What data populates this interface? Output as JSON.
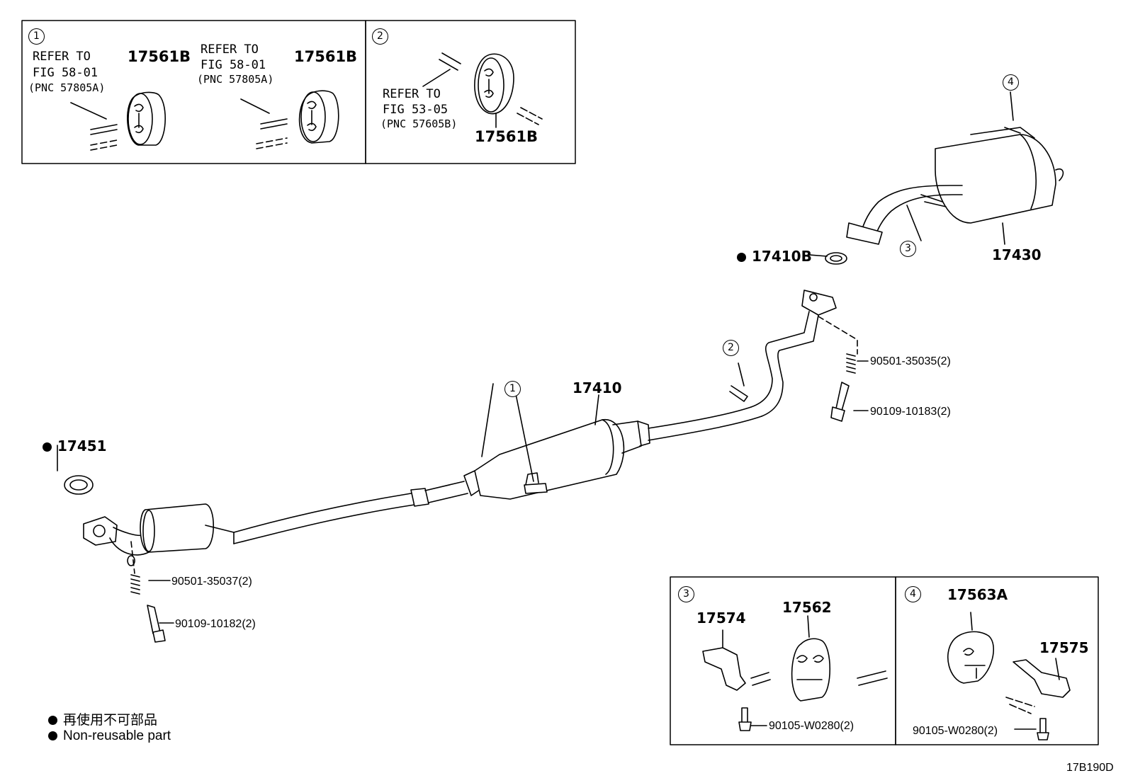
{
  "inset1": {
    "num": "1",
    "left": {
      "refer": "REFER TO",
      "fig": "FIG 58-01",
      "pnc": "(PNC 57805A)",
      "part": "17561B"
    },
    "right": {
      "refer": "REFER TO",
      "fig": "FIG 58-01",
      "pnc": "(PNC 57805A)",
      "part": "17561B"
    }
  },
  "inset2": {
    "num": "2",
    "refer": "REFER TO",
    "fig": "FIG 53-05",
    "pnc": "(PNC 57605B)",
    "part": "17561B"
  },
  "inset3": {
    "num": "3",
    "bracket": "17574",
    "hanger": "17562",
    "bolt": "90105-W0280(2)"
  },
  "inset4": {
    "num": "4",
    "hanger": "17563A",
    "bracket": "17575",
    "bolt": "90105-W0280(2)"
  },
  "main": {
    "gasket_front": "17451",
    "spring_front": "90501-35037(2)",
    "bolt_front": "90109-10182(2)",
    "pipe": "17410",
    "gasket_rear": "17410B",
    "muffler": "17430",
    "spring_rear": "90501-35035(2)",
    "bolt_rear": "90109-10183(2)",
    "callout1": "1",
    "callout2": "2",
    "callout3": "3",
    "callout4": "4"
  },
  "legend": {
    "line1": "再使用不可部品",
    "line2": "Non-reusable part"
  },
  "figure_code": "17B190D"
}
